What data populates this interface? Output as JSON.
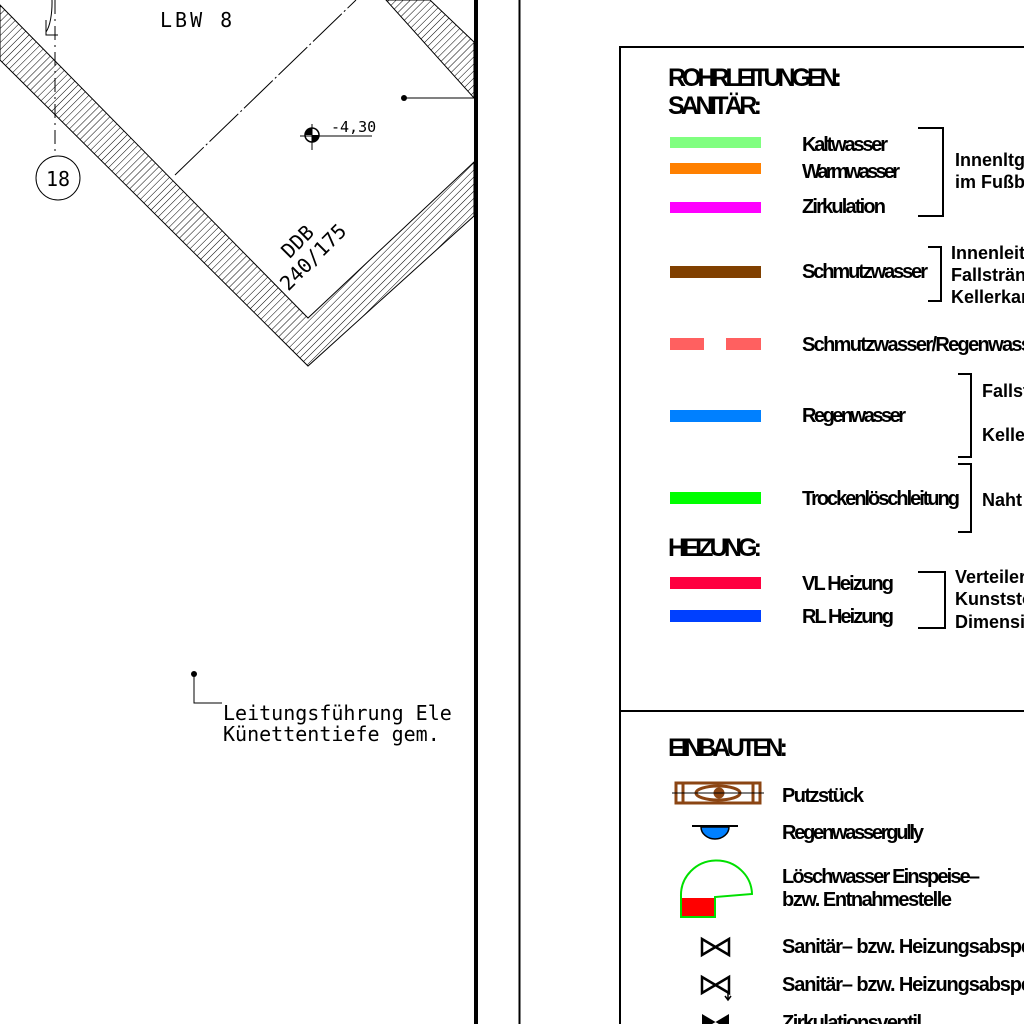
{
  "drawing": {
    "room_label": "LBW 8",
    "elevation": "-4,30",
    "axis_number": "18",
    "opening_type": "DDB",
    "opening_size": "240/175",
    "note_line1": "Leitungsführung Ele",
    "note_line2": "Künettentiefe gem."
  },
  "legend": {
    "title_pipes": "ROHRLEITUNGEN:",
    "title_sanitary": "SANITÄR:",
    "items": [
      {
        "label": "Kaltwasser",
        "color": "#80ff80"
      },
      {
        "label": "Warmwasser",
        "color": "#ff8000"
      },
      {
        "label": "Zirkulation",
        "color": "#ff00ff"
      },
      {
        "label": "Schmutzwasser",
        "color": "#804000"
      },
      {
        "label": "Schmutzwasser/Regenwass",
        "color": "#ff6060"
      },
      {
        "label": "Regenwasser",
        "color": "#0080ff"
      },
      {
        "label": "Trockenlöschleitung",
        "color": "#00ff00"
      }
    ],
    "notes": {
      "innen_1": "Innenltg.",
      "innen_2": "im Fußb",
      "schmutz_1": "Innenleitu",
      "schmutz_2": "Fallsträn",
      "schmutz_3": "Kellerkan",
      "regen_1": "Fallst",
      "regen_2": "Keller",
      "trocken_1": "Naht",
      "heiz_1": "Verteiler",
      "heiz_2": "Kunststo",
      "heiz_3": "Dimensio"
    },
    "title_heating": "HEIZUNG:",
    "heating": [
      {
        "label": "VL Heizung",
        "color": "#ff0040"
      },
      {
        "label": "RL Heizung",
        "color": "#0040ff"
      }
    ],
    "title_fixtures": "EINBAUTEN:",
    "fixtures": [
      {
        "label": "Putzstück",
        "icon": "cleanout-icon"
      },
      {
        "label": "Regenwassergully",
        "icon": "gully-icon"
      },
      {
        "label": "Löschwasser Einspeise–",
        "label2": "bzw. Entnahmestelle",
        "icon": "fire-water-inlet-icon"
      },
      {
        "label": "Sanitär– bzw. Heizungsabspe",
        "icon": "shutoff-valve-icon"
      },
      {
        "label": "Sanitär– bzw. Heizungsabspe",
        "icon": "shutoff-valve-drain-icon"
      },
      {
        "label": "Zirkulationsventil",
        "icon": "circulation-valve-icon"
      }
    ]
  }
}
